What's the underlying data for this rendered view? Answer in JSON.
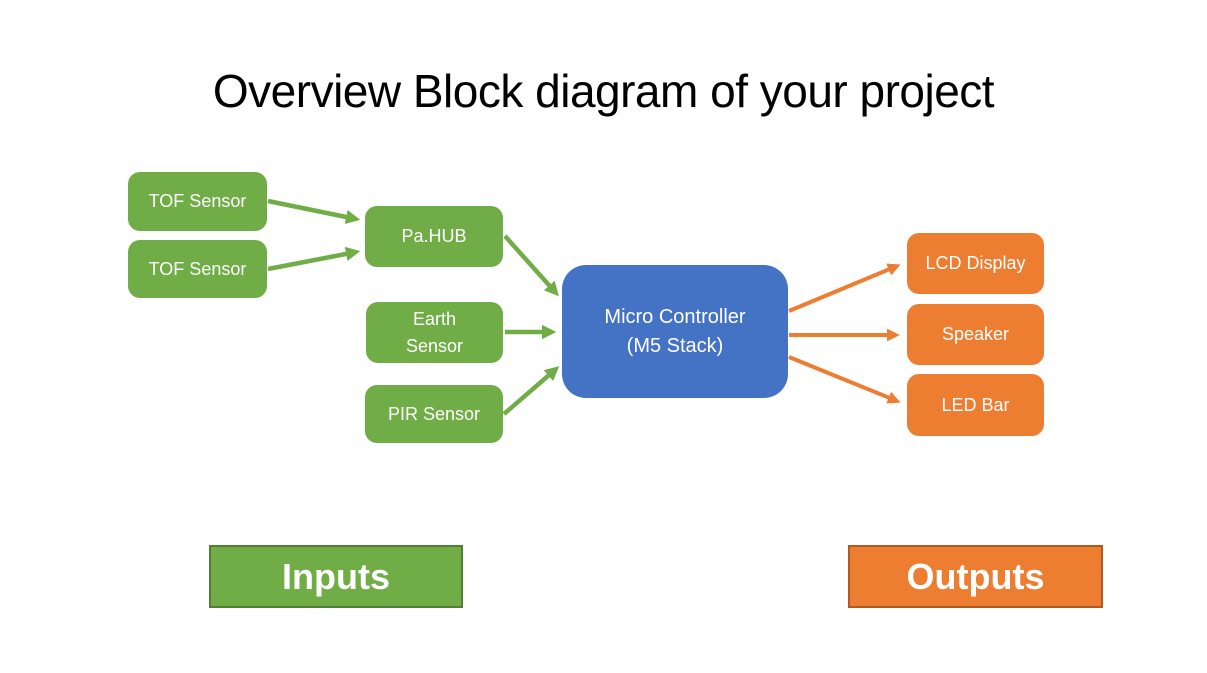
{
  "title": "Overview Block diagram of your project",
  "colors": {
    "green": "#70AD47",
    "green_border": "#507E32",
    "orange": "#ED7D31",
    "orange_border": "#AE5A21",
    "blue": "#4472C4",
    "text_on_fill": "#FFFFFF",
    "title_text": "#000000"
  },
  "nodes": {
    "tof_sensor_1": {
      "label": "TOF Sensor",
      "type": "input"
    },
    "tof_sensor_2": {
      "label": "TOF Sensor",
      "type": "input"
    },
    "pa_hub": {
      "label": "Pa.HUB",
      "type": "input-hub"
    },
    "earth_sensor": {
      "label": "Earth\nSensor",
      "type": "input"
    },
    "pir_sensor": {
      "label": "PIR Sensor",
      "type": "input"
    },
    "micro_controller": {
      "label": "Micro Controller\n(M5 Stack)",
      "type": "controller"
    },
    "lcd_display": {
      "label": "LCD Display",
      "type": "output"
    },
    "speaker": {
      "label": "Speaker",
      "type": "output"
    },
    "led_bar": {
      "label": "LED Bar",
      "type": "output"
    }
  },
  "connections": [
    {
      "from": "tof_sensor_1",
      "to": "pa_hub",
      "color": "green"
    },
    {
      "from": "tof_sensor_2",
      "to": "pa_hub",
      "color": "green"
    },
    {
      "from": "pa_hub",
      "to": "micro_controller",
      "color": "green"
    },
    {
      "from": "earth_sensor",
      "to": "micro_controller",
      "color": "green"
    },
    {
      "from": "pir_sensor",
      "to": "micro_controller",
      "color": "green"
    },
    {
      "from": "micro_controller",
      "to": "lcd_display",
      "color": "orange"
    },
    {
      "from": "micro_controller",
      "to": "speaker",
      "color": "orange"
    },
    {
      "from": "micro_controller",
      "to": "led_bar",
      "color": "orange"
    }
  ],
  "legend": {
    "inputs_label": "Inputs",
    "outputs_label": "Outputs"
  }
}
